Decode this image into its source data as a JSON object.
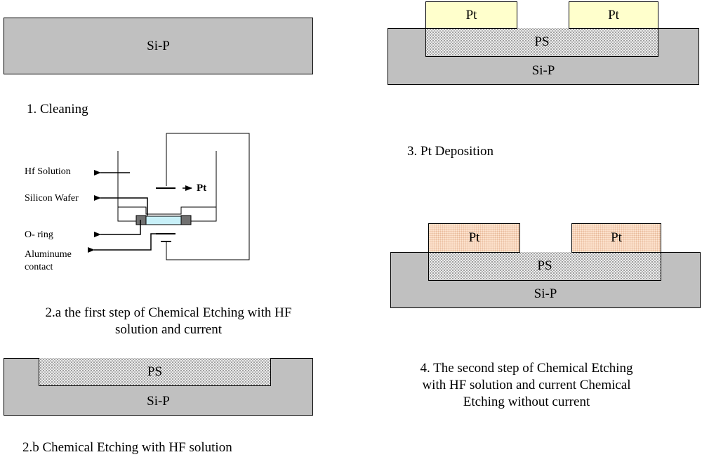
{
  "step1": {
    "layer_si": "Si-P",
    "caption": "1. Cleaning"
  },
  "step2a": {
    "labels": {
      "hf_solution": "Hf Solution",
      "silicon_wafer": "Silicon  Wafer",
      "o_ring": "O- ring",
      "aluminum_contact_line1": "Aluminume",
      "aluminum_contact_line2": "contact",
      "pt": "Pt"
    },
    "caption_line1": "2.a the first step of Chemical Etching with   HF",
    "caption_line2": "solution  and current"
  },
  "step2b": {
    "layer_ps": "PS",
    "layer_si": "Si-P",
    "caption": "2.b Chemical Etching with   HF solution"
  },
  "step3": {
    "pt_left": "Pt",
    "pt_right": "Pt",
    "layer_ps": "PS",
    "layer_si": "Si-P",
    "caption": "3. Pt Deposition"
  },
  "step4": {
    "pt_left": "Pt",
    "pt_right": "Pt",
    "layer_ps": "PS",
    "layer_si": "Si-P",
    "caption_line1": "4. The second step of Chemical Etching",
    "caption_line2": "with   HF solution  and current Chemical",
    "caption_line3": "Etching without current"
  }
}
